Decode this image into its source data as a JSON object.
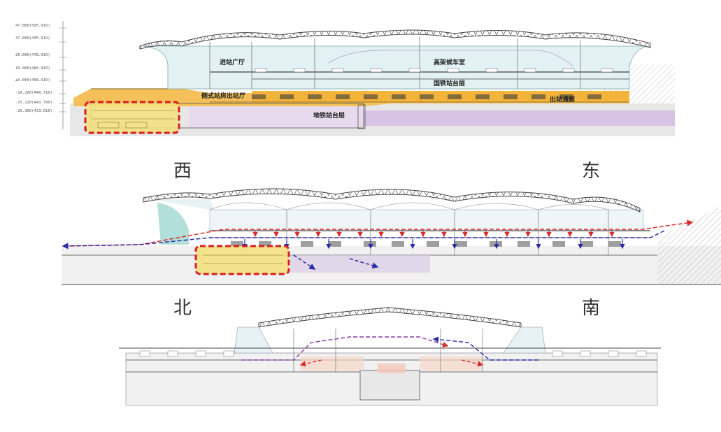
{
  "top_section": {
    "labels": {
      "entrance_hall": "进站广厅",
      "hsr_waiting": "高架候车室",
      "national_platform": "国铁站台层",
      "side_exit": "侧式站房出站厅",
      "exit_passage": "出站通廊",
      "metro_platform": "地铁站台层"
    },
    "levels": [
      "47.000(505.910)",
      "37.000(495.910)",
      "20.000(478.910)",
      "10.000(468.910)",
      "±0.000(458.910)",
      "-10.200(448.710)",
      "-15.120(443.790)",
      "-25.300(433.610)"
    ]
  },
  "middle_section": {
    "west": "西",
    "east": "东"
  },
  "bottom_section": {
    "north": "北",
    "south": "南"
  },
  "colors": {
    "highlight_box": "#d81e1e",
    "highlight_fill": "#f5d96b",
    "orange_band": "#f2b43a",
    "purple_band": "#c8a6d8",
    "roof_truss": "#555555",
    "glass": "#cfe8ea",
    "flow_red": "#d92b2b",
    "flow_blue": "#2b2ba8"
  }
}
